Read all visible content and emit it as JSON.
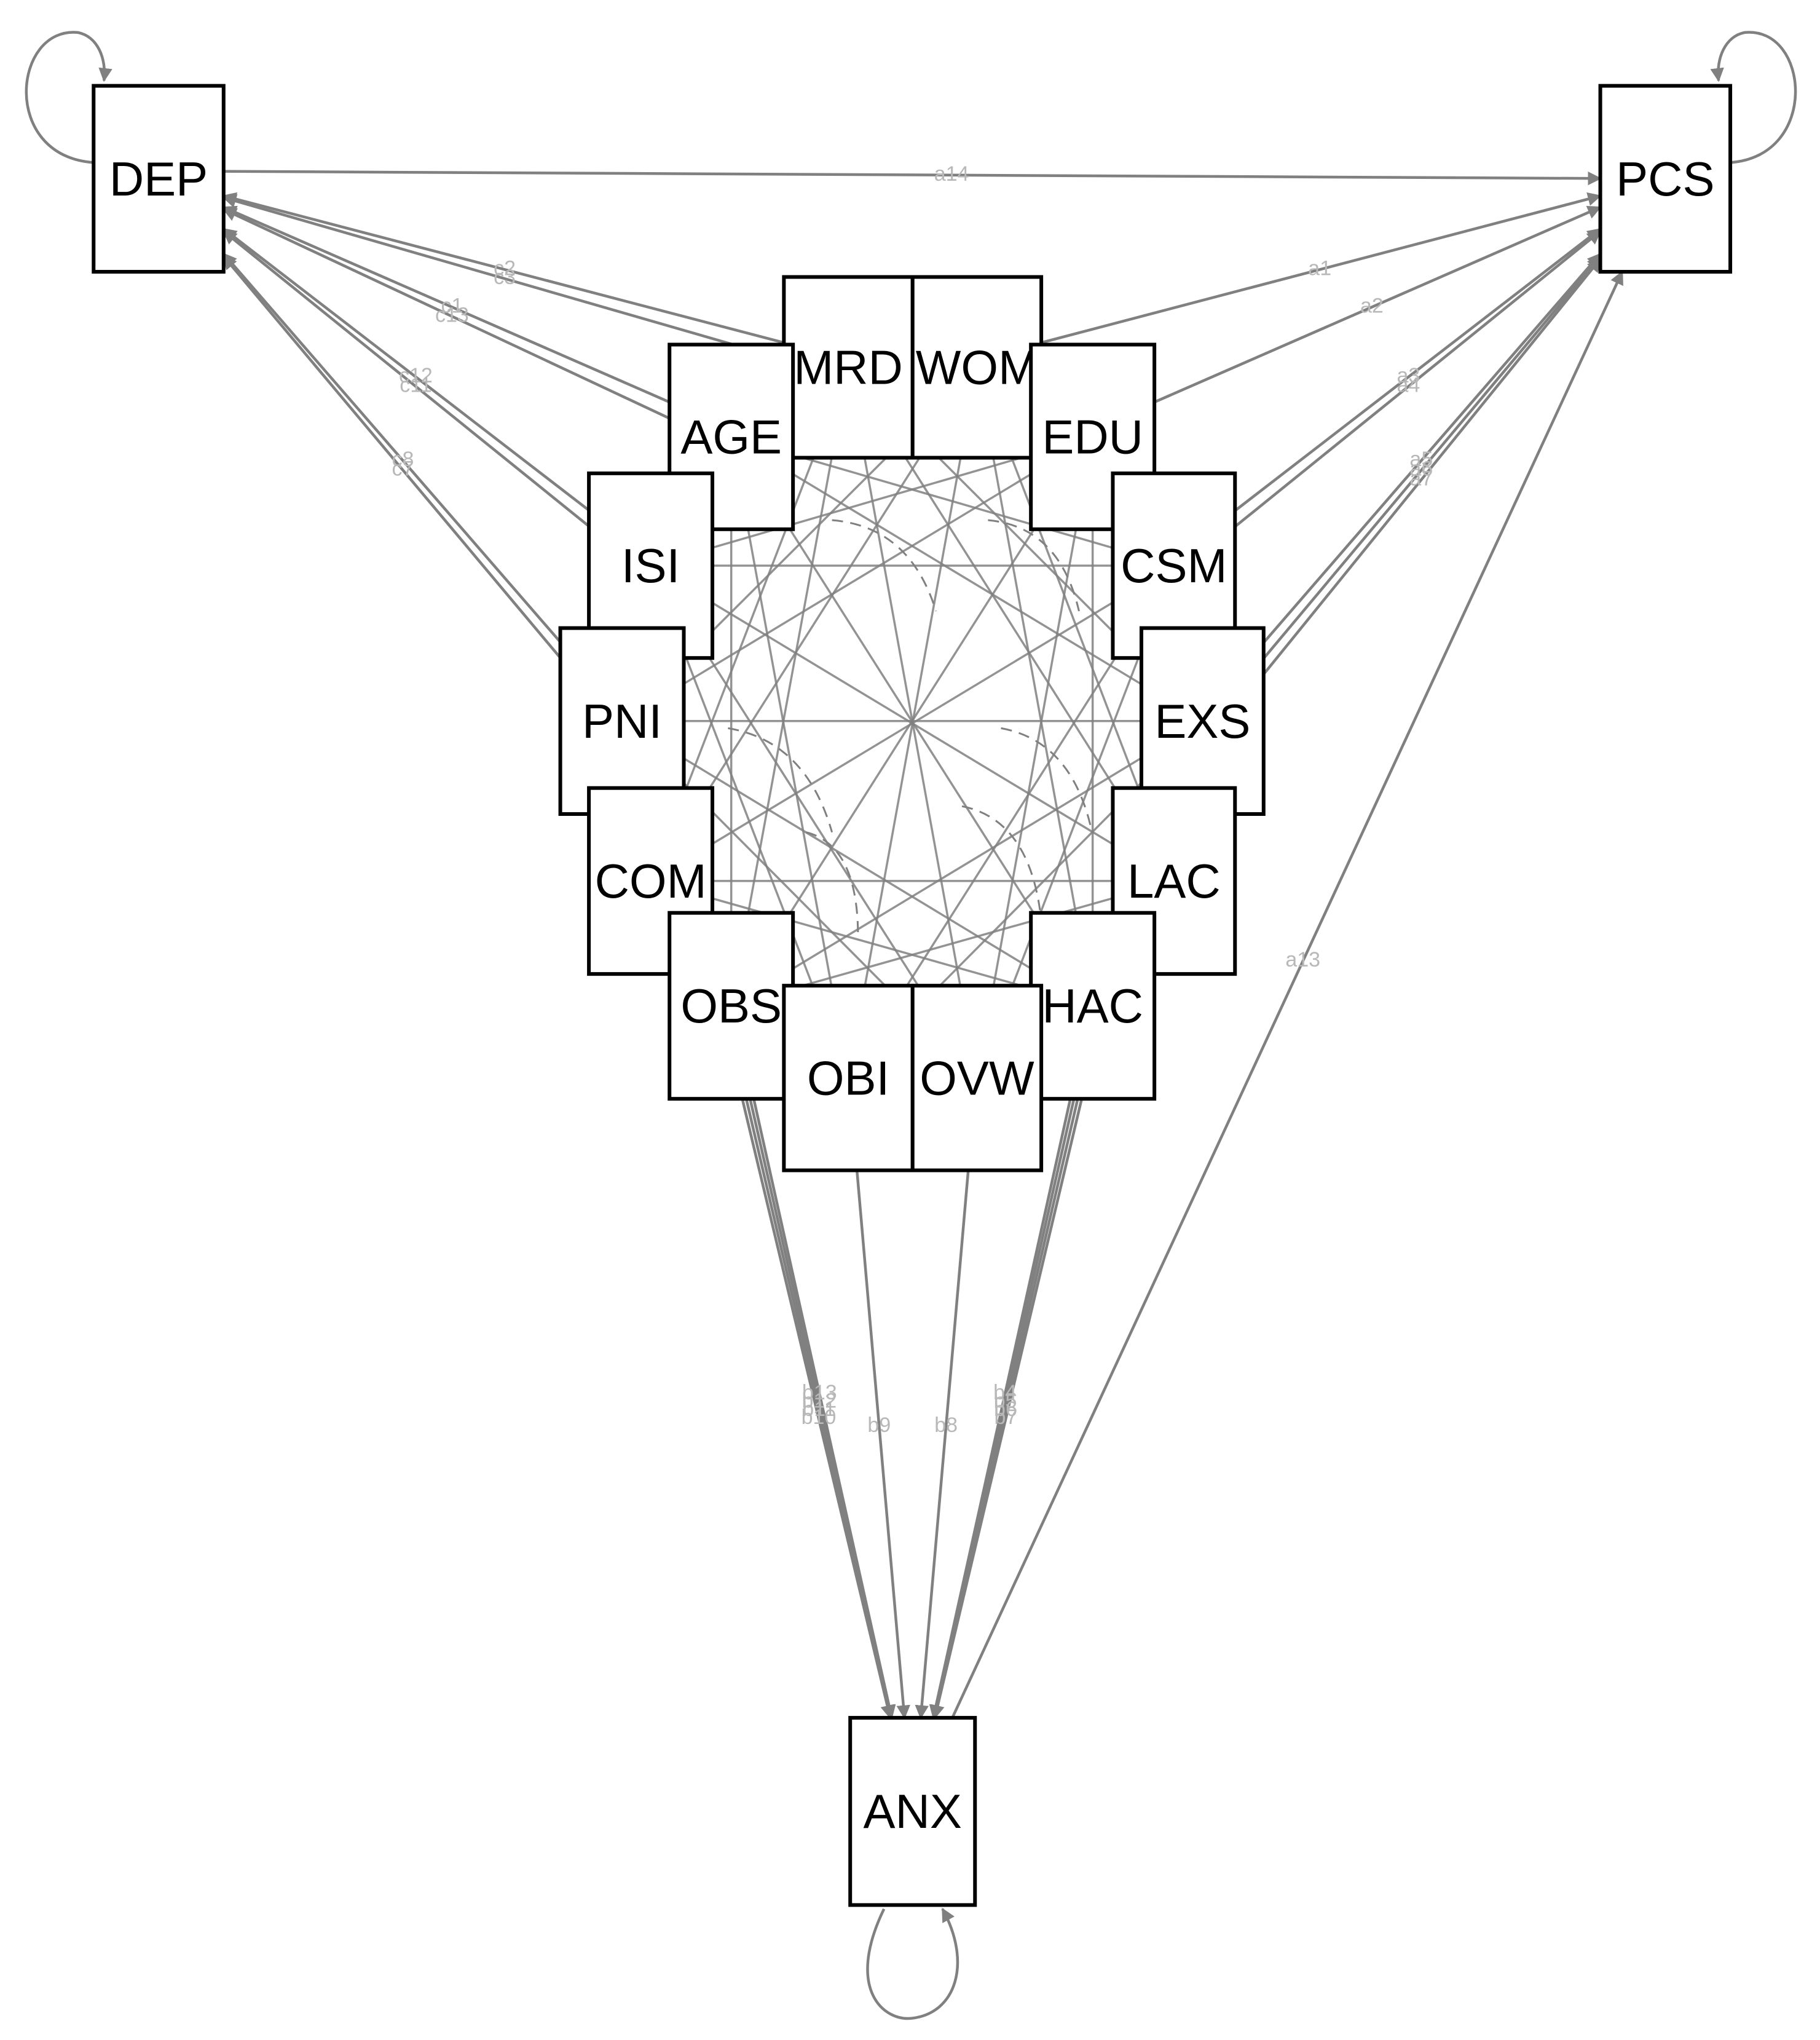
{
  "nodes": [
    {
      "id": "DEP",
      "label": "DEP"
    },
    {
      "id": "PCS",
      "label": "PCS"
    },
    {
      "id": "ANX",
      "label": "ANX"
    },
    {
      "id": "MRD",
      "label": "MRD"
    },
    {
      "id": "WOM",
      "label": "WOM"
    },
    {
      "id": "AGE",
      "label": "AGE"
    },
    {
      "id": "EDU",
      "label": "EDU"
    },
    {
      "id": "ISI",
      "label": "ISI"
    },
    {
      "id": "CSM",
      "label": "CSM"
    },
    {
      "id": "PNI",
      "label": "PNI"
    },
    {
      "id": "EXS",
      "label": "EXS"
    },
    {
      "id": "COM",
      "label": "COM"
    },
    {
      "id": "LAC",
      "label": "LAC"
    },
    {
      "id": "OBS",
      "label": "OBS"
    },
    {
      "id": "HAC",
      "label": "HAC"
    },
    {
      "id": "OBI",
      "label": "OBI"
    },
    {
      "id": "OVW",
      "label": "OVW"
    }
  ],
  "edges": [
    {
      "from": "DEP",
      "to": "PCS",
      "label": "a14"
    },
    {
      "from": "ANX",
      "to": "PCS",
      "label": "a13"
    },
    {
      "from": "WOM",
      "to": "PCS",
      "label": "a1"
    },
    {
      "from": "EDU",
      "to": "PCS",
      "label": "a2"
    },
    {
      "from": "CSM",
      "to": "PCS",
      "label": "a3"
    },
    {
      "from": "CSM",
      "to": "PCS",
      "label": "a4"
    },
    {
      "from": "EXS",
      "to": "PCS",
      "label": "a5"
    },
    {
      "from": "EXS",
      "to": "PCS",
      "label": "a6"
    },
    {
      "from": "EXS",
      "to": "PCS",
      "label": "a7"
    },
    {
      "from": "MRD",
      "to": "DEP",
      "label": "c2"
    },
    {
      "from": "MRD",
      "to": "DEP",
      "label": "c3"
    },
    {
      "from": "AGE",
      "to": "DEP",
      "label": "c1"
    },
    {
      "from": "AGE",
      "to": "DEP",
      "label": "c13"
    },
    {
      "from": "ISI",
      "to": "DEP",
      "label": "c12"
    },
    {
      "from": "ISI",
      "to": "DEP",
      "label": "c11"
    },
    {
      "from": "PNI",
      "to": "DEP",
      "label": "c8"
    },
    {
      "from": "PNI",
      "to": "DEP",
      "label": "c7"
    },
    {
      "from": "OBS",
      "to": "ANX",
      "label": "b13"
    },
    {
      "from": "OBS",
      "to": "ANX",
      "label": "b12"
    },
    {
      "from": "OBS",
      "to": "ANX",
      "label": "b11"
    },
    {
      "from": "OBS",
      "to": "ANX",
      "label": "b10"
    },
    {
      "from": "OBI",
      "to": "ANX",
      "label": "b9"
    },
    {
      "from": "OVW",
      "to": "ANX",
      "label": "b8"
    },
    {
      "from": "HAC",
      "to": "ANX",
      "label": "b4"
    },
    {
      "from": "HAC",
      "to": "ANX",
      "label": "b5"
    },
    {
      "from": "HAC",
      "to": "ANX",
      "label": "b6"
    },
    {
      "from": "HAC",
      "to": "ANX",
      "label": "b7"
    }
  ],
  "self_loops": [
    "DEP",
    "PCS",
    "ANX"
  ],
  "colors": {
    "edge": "#808080",
    "edge_label": "#b8b8b8",
    "node_border": "#000000"
  }
}
